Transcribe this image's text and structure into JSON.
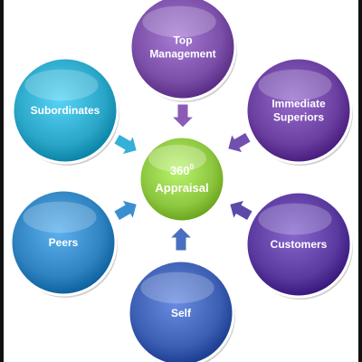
{
  "diagram": {
    "center": {
      "line1_main": "360",
      "line1_sup": "0",
      "line2": "Appraisal",
      "color": "#8dc63f"
    },
    "nodes": [
      {
        "id": "top-management",
        "lines": [
          "Top",
          "Management"
        ],
        "color": "#7b4fa8"
      },
      {
        "id": "immediate-superiors",
        "lines": [
          "Immediate",
          "Superiors"
        ],
        "color": "#6a3fa0"
      },
      {
        "id": "customers",
        "lines": [
          "Customers"
        ],
        "color": "#5b3aa0"
      },
      {
        "id": "self",
        "lines": [
          "Self"
        ],
        "color": "#3d5fb3"
      },
      {
        "id": "peers",
        "lines": [
          "Peers"
        ],
        "color": "#2f83c0"
      },
      {
        "id": "subordinates",
        "lines": [
          "Subordinates"
        ],
        "color": "#2aa6c8"
      }
    ],
    "arrow_colors": {
      "top-management": "#8a5cb8",
      "immediate-superiors": "#7250b0",
      "customers": "#5d4aa8",
      "self": "#4a6fc0",
      "peers": "#3a8fd0",
      "subordinates": "#35b0d6"
    }
  }
}
